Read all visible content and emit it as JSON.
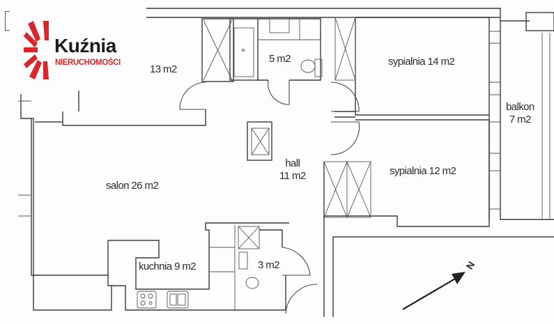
{
  "logo": {
    "title": "Kuźnia",
    "subtitle": "NIERUCHOMOŚCI",
    "brand_color": "#d8262b",
    "text_color": "#1c1c1c"
  },
  "rooms": [
    {
      "id": "room-13",
      "label": "13 m2"
    },
    {
      "id": "bathroom-5",
      "label": "5 m2"
    },
    {
      "id": "bedroom-14",
      "label": "sypialnia 14 m2"
    },
    {
      "id": "balcony",
      "label_line1": "balkon",
      "label_line2": "7 m2"
    },
    {
      "id": "hall",
      "label_line1": "hall",
      "label_line2": "11 m2"
    },
    {
      "id": "bedroom-12",
      "label": "sypialnia 12 m2"
    },
    {
      "id": "living-room",
      "label": "salon 26 m2"
    },
    {
      "id": "kitchen",
      "label": "kuchnia 9 m2"
    },
    {
      "id": "wc-3",
      "label": "3 m2"
    }
  ],
  "compass": {
    "label": "N",
    "icon": "north-arrow-icon"
  },
  "colors": {
    "wall": "#3a3a3a",
    "background": "#fdfdfd",
    "label": "#2b2b2b"
  }
}
